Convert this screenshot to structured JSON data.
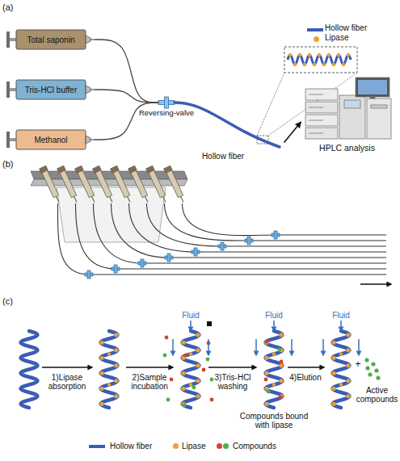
{
  "diagram": {
    "nodes": [
      {
        "text": [
          "Total saponin"
        ]
      },
      {
        "text": [
          "Tris-HCl buffer"
        ]
      },
      {
        "text": [
          "Methanol"
        ]
      },
      {
        "text": [
          "Reversing-valve"
        ]
      },
      {
        "text": [
          "HPLC analysis"
        ]
      }
    ],
    "edges": [
      {
        "from": 0,
        "to": 3,
        "arrow": "none"
      },
      {
        "from": 1,
        "to": 3,
        "arrow": "none"
      },
      {
        "from": 2,
        "to": 3,
        "arrow": "none"
      },
      {
        "from": 3,
        "to": 4,
        "arrow": "to"
      }
    ],
    "labels": [
      "(a)",
      "Hollow fiber",
      "(b)",
      "(c)",
      "Fluid",
      "Fluid",
      "Fluid",
      "1)Lipase absorption",
      "2)Sample incubation",
      "3)Tris-HCl washing",
      "Compounds bound with lipase",
      "4)Elution",
      "+",
      "Active compounds"
    ],
    "legend": [
      {
        "text": "Hollow fiber"
      },
      {
        "text": "Lipase",
        "color": "#f0a030"
      },
      {
        "text": "Hollow fiber"
      },
      {
        "text": "Lipase",
        "color": "#f0a030"
      },
      {
        "text": "Compounds"
      }
    ]
  }
}
